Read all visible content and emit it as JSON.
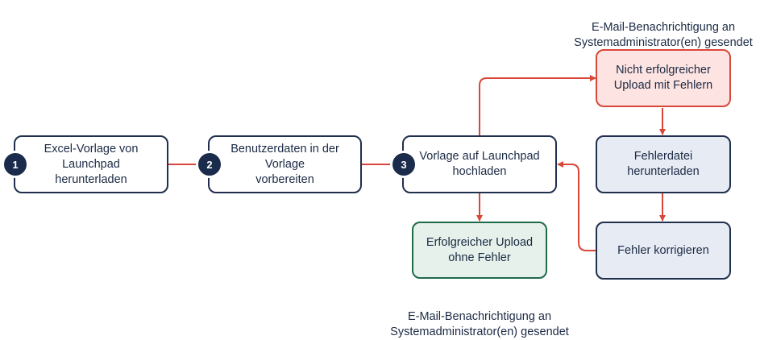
{
  "steps": [
    {
      "number": "1",
      "text": "Excel-Vorlage von\nLaunchpad\nherunterladen"
    },
    {
      "number": "2",
      "text": "Benutzerdaten in der\nVorlage\nvorbereiten"
    },
    {
      "number": "3",
      "text": "Vorlage auf Launchpad\nhochladen"
    }
  ],
  "outcomes": {
    "success": "Erfolgreicher Upload\nohne Fehler",
    "failure": "Nicht erfolgreicher\nUpload mit Fehlern"
  },
  "error_flow": {
    "download": "Fehlerdatei\nherunterladen",
    "fix": "Fehler korrigieren"
  },
  "notes": {
    "top": "E-Mail-Benachrichtigung an\nSystemadministrator(en) gesendet",
    "bottom": "E-Mail-Benachrichtigung an\nSystemadministrator(en) gesendet"
  },
  "colors": {
    "arrow": "#d9473a",
    "badge": "#1a2b4b",
    "box_border": "#1f2f4d",
    "error_fill": "#fde3e1",
    "neutral_fill": "#e7ebf4",
    "success_fill": "#e5f1ea",
    "success_border": "#1e6b4a"
  }
}
